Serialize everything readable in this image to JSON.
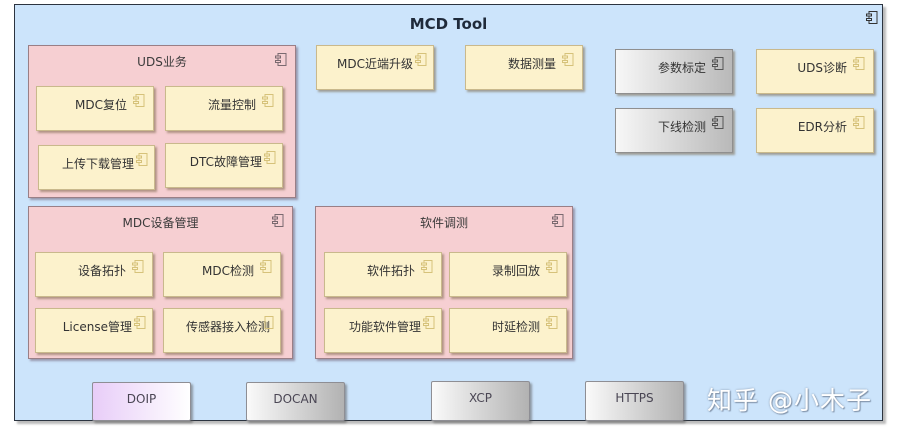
{
  "diagram": {
    "title": "MCD Tool",
    "colors": {
      "frame_bg": "#cce4fb",
      "package_bg": "#f6cfd2",
      "component_bg": "#fcf2cc",
      "gray_component": "#d0d0d0",
      "doip_accent": "#e8cdf8"
    },
    "packages": [
      {
        "title": "UDS业务",
        "components": [
          "MDC复位",
          "流量控制",
          "上传下载管理",
          "DTC故障管理"
        ]
      },
      {
        "title": "MDC设备管理",
        "components": [
          "设备拓扑",
          "MDC检测",
          "License管理",
          "传感器接入检测"
        ]
      },
      {
        "title": "软件调测",
        "components": [
          "软件拓扑",
          "录制回放",
          "功能软件管理",
          "时延检测"
        ]
      }
    ],
    "standalone_components": {
      "mdc_upgrade": "MDC近端升级",
      "data_measure": "数据测量",
      "param_calib": "参数标定",
      "offline_check": "下线检测",
      "uds_diag": "UDS诊断",
      "edr": "EDR分析"
    },
    "protocols": [
      "DOIP",
      "DOCAN",
      "XCP",
      "HTTPS"
    ],
    "watermark": "知乎 @小木子",
    "icon": "component-icon"
  }
}
